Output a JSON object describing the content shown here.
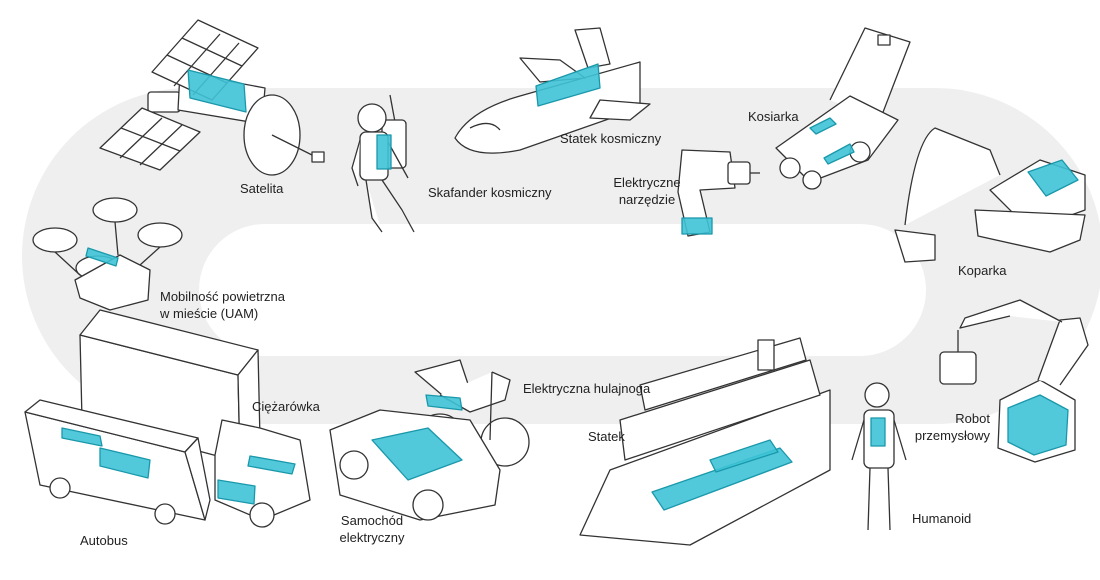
{
  "colors": {
    "track": "#efefef",
    "line": "#333333",
    "battery_fill": "#3ec3d6",
    "battery_stroke": "#1a98ab",
    "body": "#ffffff"
  },
  "labels": {
    "satellite": "Satelita",
    "spacesuit": "Skafander kosmiczny",
    "spaceship": "Statek kosmiczny",
    "power_tool": "Elektryczne\nnarzędzie",
    "mower": "Kosiarka",
    "excavator": "Koparka",
    "uam": "Mobilność powietrzna\nw mieście (UAM)",
    "robot_arm": "Robot\nprzemysłowy",
    "scooter": "Elektryczna hulajnoga",
    "truck": "Ciężarówka",
    "ship": "Statek",
    "humanoid": "Humanoid",
    "car": "Samochód\nelektryczny",
    "bus": "Autobus"
  },
  "icons": [
    "satellite-icon",
    "astronaut-icon",
    "space-shuttle-icon",
    "drill-icon",
    "lawn-mower-icon",
    "excavator-icon",
    "drone-taxi-icon",
    "robot-arm-icon",
    "scooter-icon",
    "truck-icon",
    "cruise-ship-icon",
    "humanoid-icon",
    "car-icon",
    "bus-icon"
  ]
}
